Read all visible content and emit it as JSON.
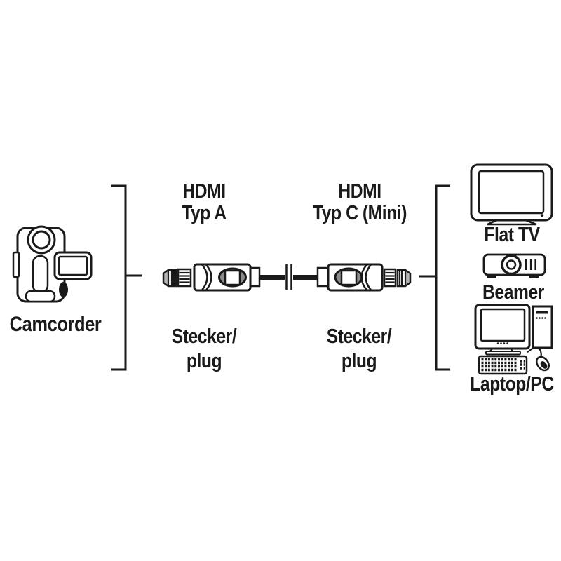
{
  "colors": {
    "ink": "#1a1a1a",
    "shade": "#8c8c8c",
    "shade_light": "#b4b4b4",
    "background": "#ffffff"
  },
  "diagram": {
    "source_device": {
      "label": "Camcorder"
    },
    "cable": {
      "left_end": {
        "type_line1": "HDMI",
        "type_line2": "Typ A",
        "plug_line1": "Stecker/",
        "plug_line2": "plug"
      },
      "right_end": {
        "type_line1": "HDMI",
        "type_line2": "Typ C (Mini)",
        "plug_line1": "Stecker/",
        "plug_line2": "plug"
      }
    },
    "target_devices": [
      {
        "label": "Flat TV"
      },
      {
        "label": "Beamer"
      },
      {
        "label": "Laptop/PC"
      }
    ]
  }
}
